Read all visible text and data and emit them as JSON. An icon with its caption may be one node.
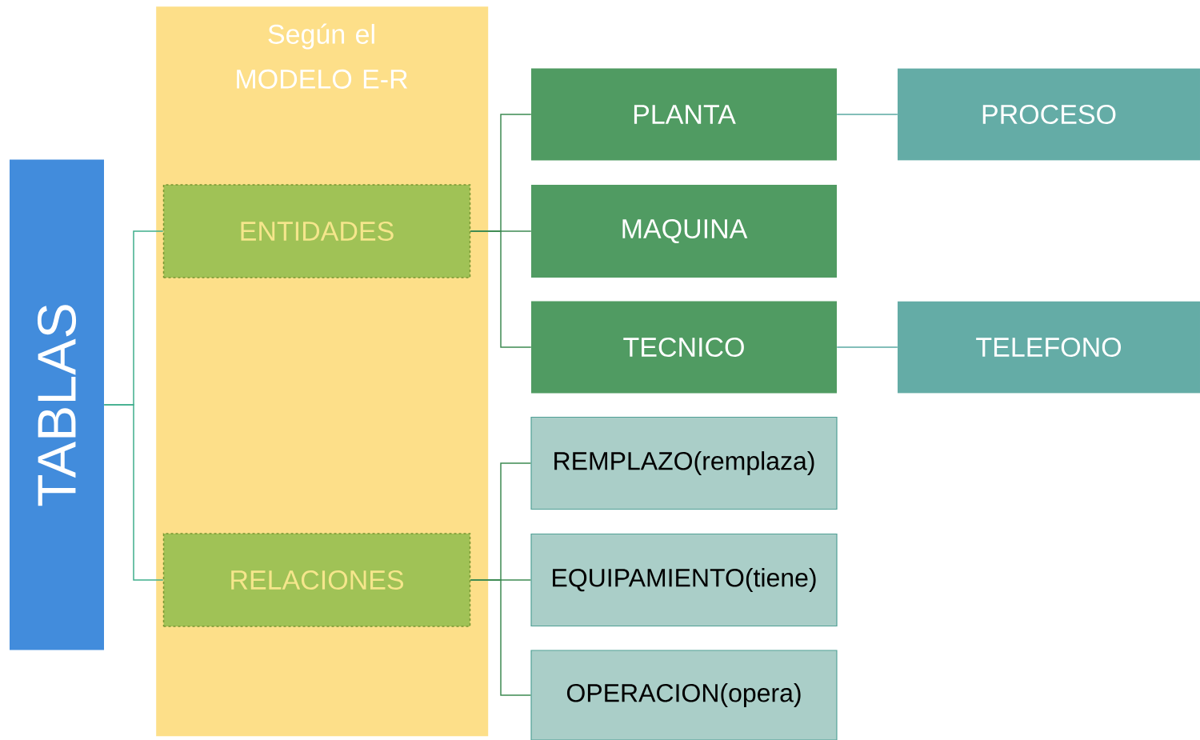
{
  "diagram": {
    "nodes": [
      {
        "text": [
          "TABLAS"
        ]
      },
      {
        "text": [
          "Según el MODELO E-R"
        ]
      },
      {
        "text": [
          "ENTIDADES"
        ],
        "in": 1
      },
      {
        "text": [
          "RELACIONES"
        ],
        "in": 1
      },
      {
        "text": [
          "PLANTA"
        ]
      },
      {
        "text": [
          "MAQUINA"
        ]
      },
      {
        "text": [
          "TECNICO"
        ]
      },
      {
        "text": [
          "PROCESO"
        ]
      },
      {
        "text": [
          "TELEFONO"
        ]
      },
      {
        "text": [
          "REMPLAZO(remplaza)"
        ]
      },
      {
        "text": [
          "EQUIPAMIENTO(tiene)"
        ]
      },
      {
        "text": [
          "OPERACION(opera)"
        ]
      }
    ],
    "edges": [
      {
        "from": 0,
        "to": 2,
        "arrow": "none",
        "color": "#3fae8c"
      },
      {
        "from": 0,
        "to": 3,
        "arrow": "none",
        "color": "#3fae8c"
      },
      {
        "from": 2,
        "to": 4,
        "arrow": "none"
      },
      {
        "from": 2,
        "to": 5,
        "arrow": "none"
      },
      {
        "from": 2,
        "to": 6,
        "arrow": "none"
      },
      {
        "from": 4,
        "to": 7,
        "arrow": "none",
        "color": "#5aa9a2"
      },
      {
        "from": 6,
        "to": 8,
        "arrow": "none",
        "color": "#5aa9a2"
      },
      {
        "from": 3,
        "to": 9,
        "arrow": "none"
      },
      {
        "from": 3,
        "to": 10,
        "arrow": "none"
      },
      {
        "from": 3,
        "to": 11,
        "arrow": "none"
      }
    ]
  }
}
